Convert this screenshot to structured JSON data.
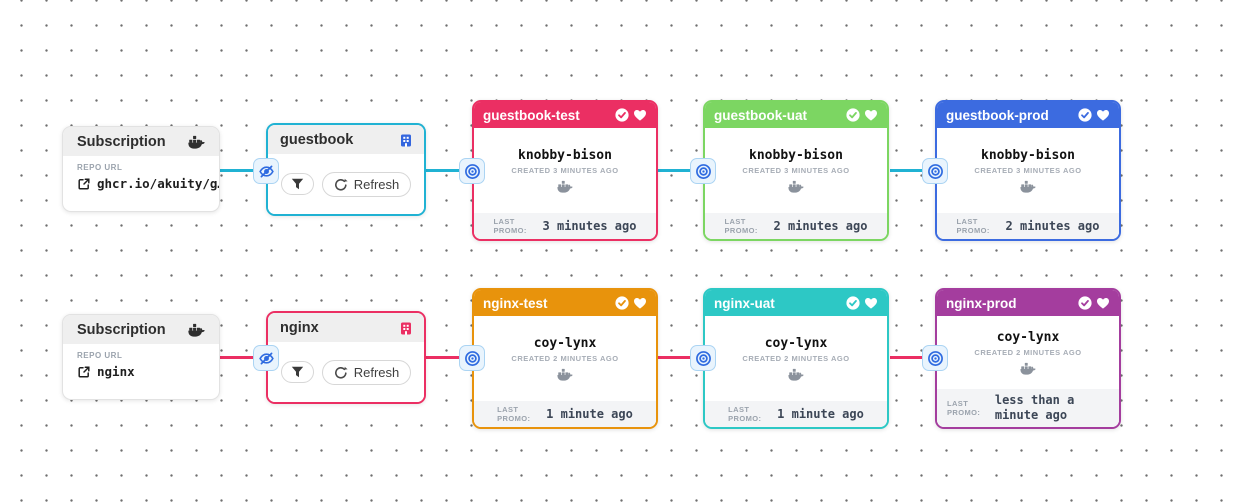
{
  "colors": {
    "guestbook_edge": "#20b2d3",
    "nginx_edge": "#eb2f63",
    "icon_button_blue": "#2f6be0",
    "icon_button_bg": "#e9f4fd",
    "header_gray": "#efefef",
    "footer_gray": "#f3f4f6"
  },
  "icons": {
    "subscription_source": "docker-whale-icon",
    "warehouse_type": "building-icon",
    "stage_verified": "check-circle-icon",
    "stage_favorite": "heart-icon",
    "edge_visibility": "eye-slash-icon",
    "edge_target": "bullseye-icon",
    "filter": "funnel-icon",
    "refresh": "refresh-arrows-icon",
    "repo_link": "external-link-icon"
  },
  "pipelines": [
    {
      "id": "guestbook",
      "edge_color": "#20b2d3",
      "subscription": {
        "title": "Subscription",
        "repo_label": "REPO URL",
        "repo_url": "ghcr.io/akuity/g…"
      },
      "warehouse": {
        "name": "guestbook",
        "refresh_label": "Refresh"
      },
      "stages": [
        {
          "name": "guestbook-test",
          "color": "#eb2f63",
          "artifact": "knobby-bison",
          "created": "CREATED 3 MINUTES AGO",
          "promo_label": "LAST PROMO:",
          "promo_value": "3 minutes ago"
        },
        {
          "name": "guestbook-uat",
          "color": "#7cd662",
          "artifact": "knobby-bison",
          "created": "CREATED 3 MINUTES AGO",
          "promo_label": "LAST PROMO:",
          "promo_value": "2 minutes ago"
        },
        {
          "name": "guestbook-prod",
          "color": "#3c6be0",
          "artifact": "knobby-bison",
          "created": "CREATED 3 MINUTES AGO",
          "promo_label": "LAST PROMO:",
          "promo_value": "2 minutes ago"
        }
      ]
    },
    {
      "id": "nginx",
      "edge_color": "#eb2f63",
      "subscription": {
        "title": "Subscription",
        "repo_label": "REPO URL",
        "repo_url": "nginx"
      },
      "warehouse": {
        "name": "nginx",
        "refresh_label": "Refresh"
      },
      "stages": [
        {
          "name": "nginx-test",
          "color": "#e8930c",
          "artifact": "coy-lynx",
          "created": "CREATED 2 MINUTES AGO",
          "promo_label": "LAST PROMO:",
          "promo_value": "1 minute ago"
        },
        {
          "name": "nginx-uat",
          "color": "#2dc8c5",
          "artifact": "coy-lynx",
          "created": "CREATED 2 MINUTES AGO",
          "promo_label": "LAST PROMO:",
          "promo_value": "1 minute ago"
        },
        {
          "name": "nginx-prod",
          "color": "#a43d9e",
          "artifact": "coy-lynx",
          "created": "CREATED 2 MINUTES AGO",
          "promo_label": "LAST PROMO:",
          "promo_value": "less than a minute ago"
        }
      ]
    }
  ]
}
